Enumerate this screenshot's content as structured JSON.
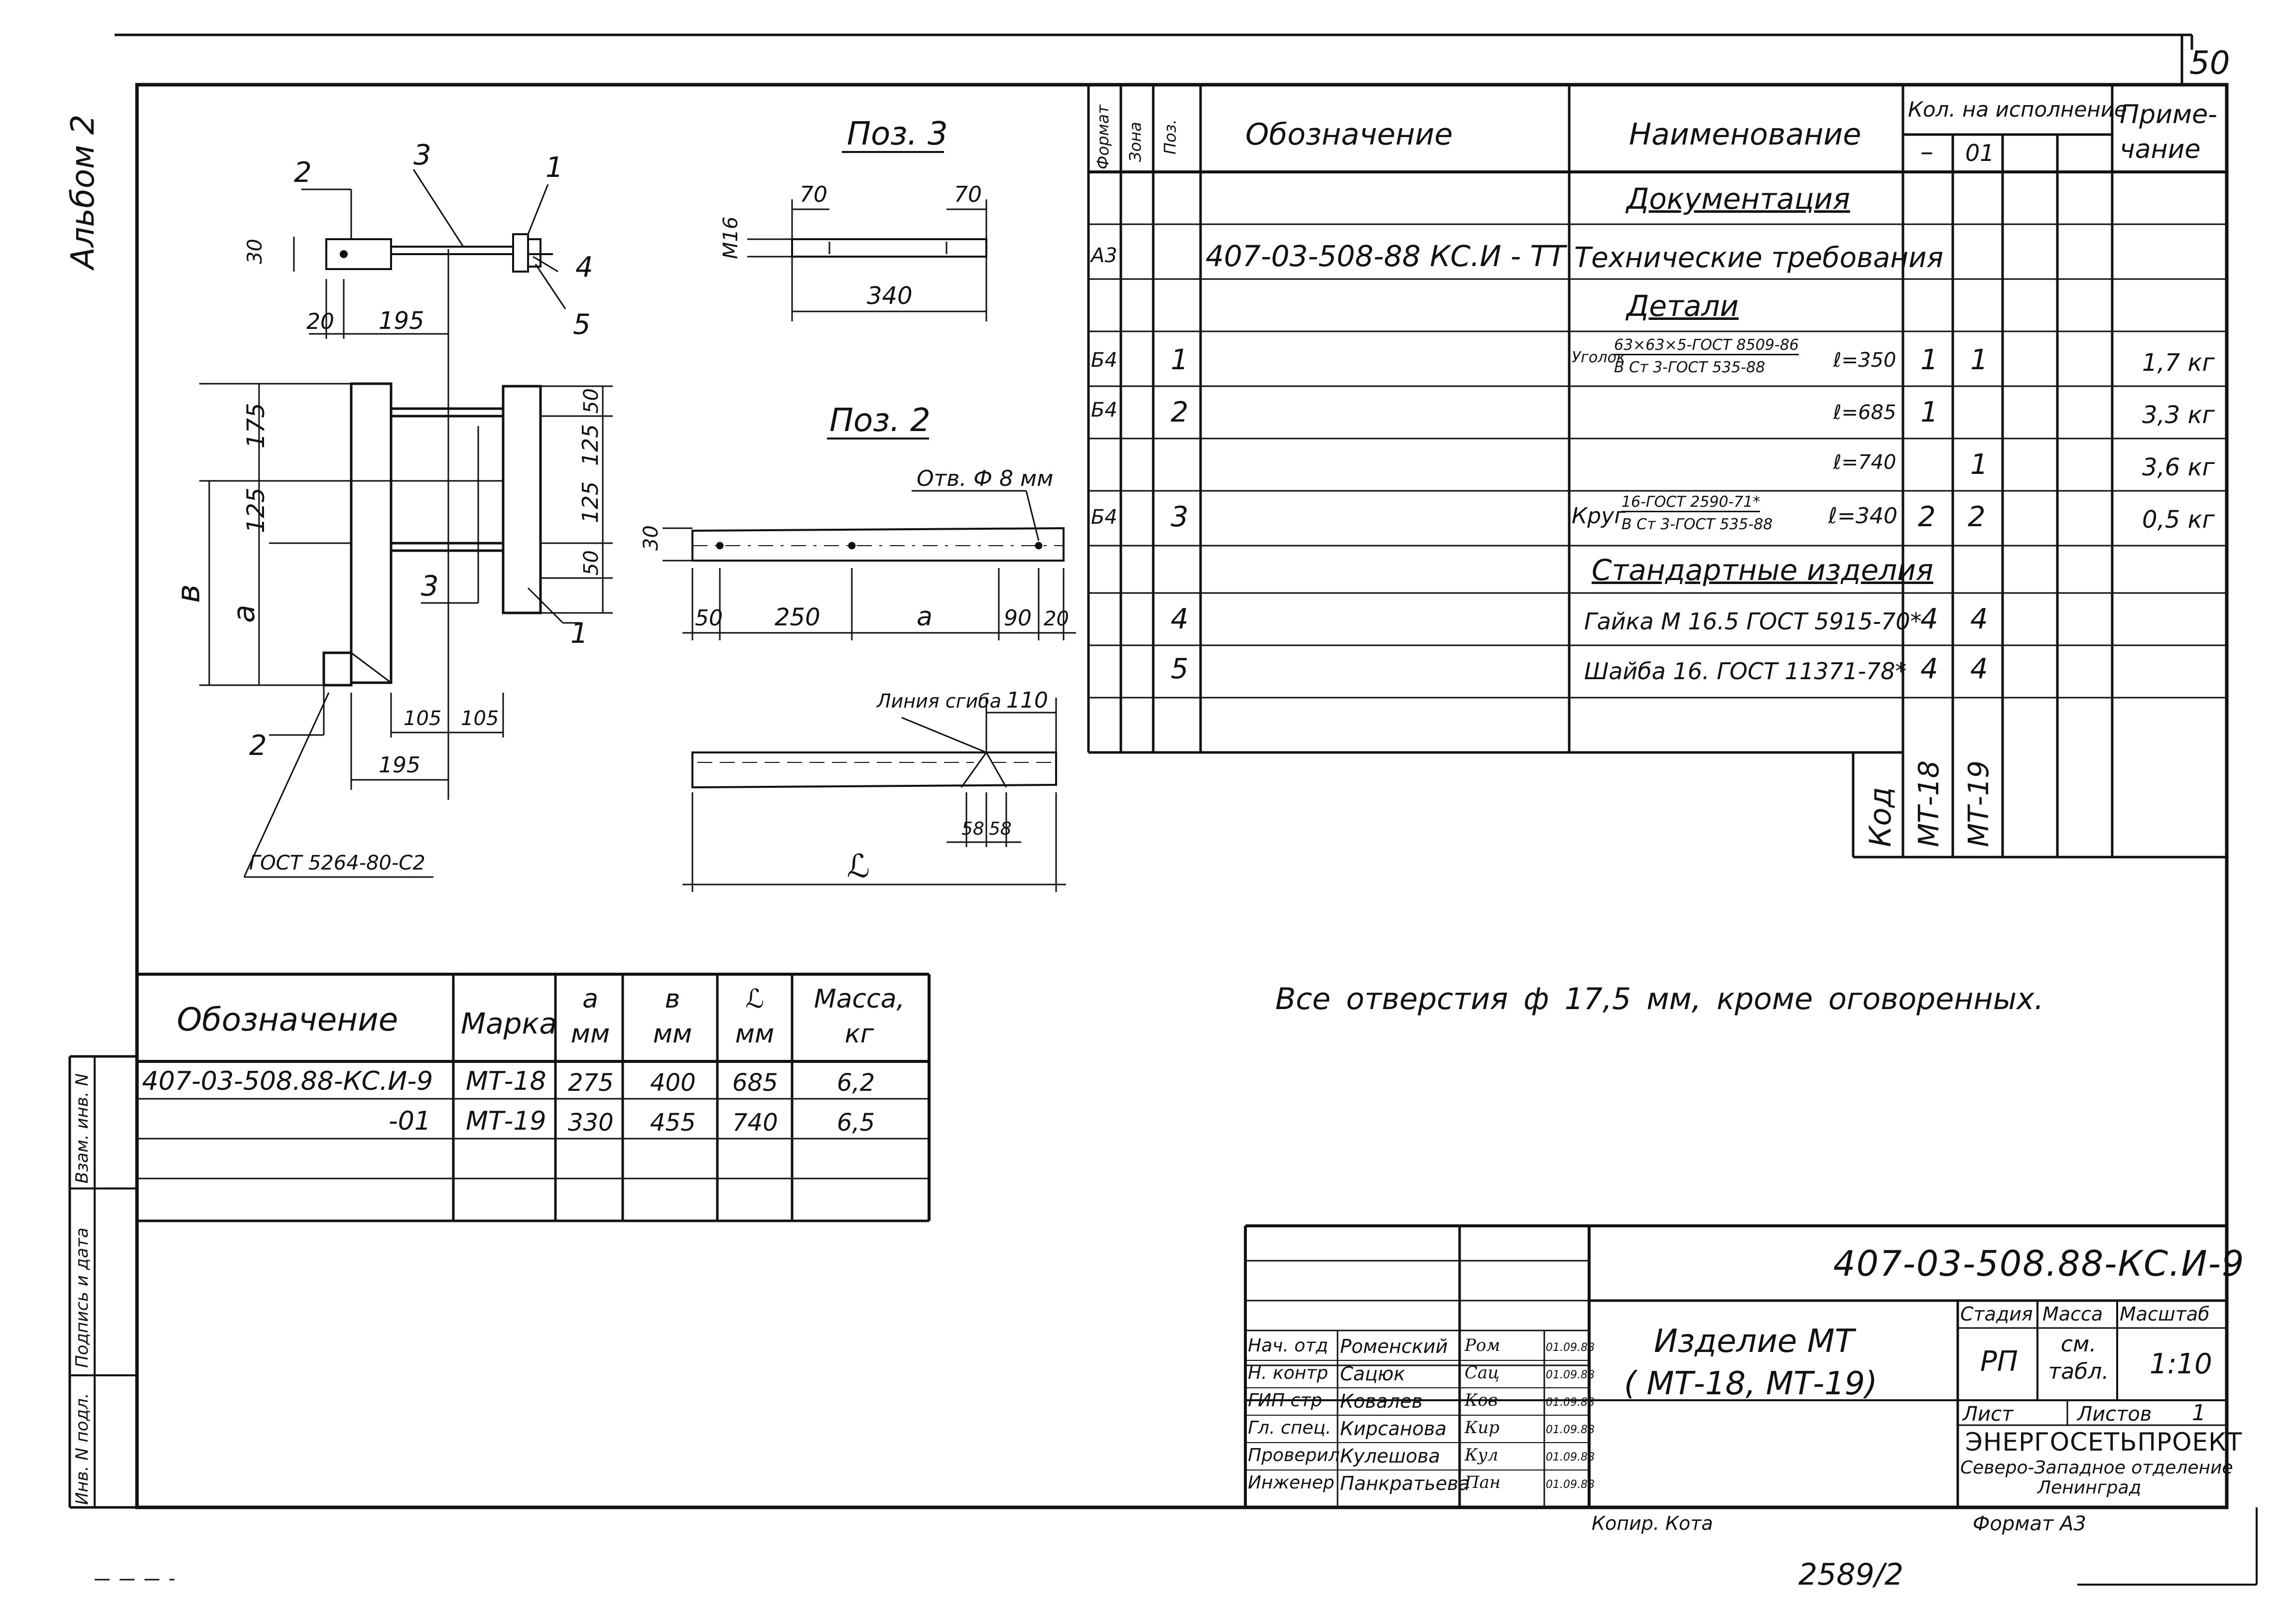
{
  "album": "Альбом 2",
  "sheet_number": "50",
  "note": "Все отверстия ф 17,5 мм, кроме оговоренных.",
  "pos3": {
    "title": "Поз. 3",
    "dim_left": "70",
    "dim_right": "70",
    "dim_total": "340",
    "thread": "М16"
  },
  "pos2": {
    "title": "Поз. 2",
    "hole": "Отв. Ф 8 мм",
    "height": "30",
    "d1": "50",
    "d2": "250",
    "d3": "a",
    "d4": "90",
    "d5": "20",
    "bend_line": "Линия сгиба",
    "bend_dim": "110",
    "b1": "58",
    "b2": "58",
    "total": "ℒ"
  },
  "assembly": {
    "callouts": [
      "1",
      "2",
      "3",
      "4",
      "5"
    ],
    "h30": "30",
    "d20": "20",
    "d195": "195",
    "d175": "175",
    "d125": "125",
    "s50a": "50",
    "s125a": "125",
    "s125b": "125",
    "s50b": "50",
    "b": "в",
    "a": "a",
    "d105a": "105",
    "d105b": "105",
    "d195b": "195",
    "weld": "ГОСТ 5264-80-С2"
  },
  "spec": {
    "headers": {
      "format": "Формат",
      "zone": "Зона",
      "pos": "Поз.",
      "designation": "Обозначение",
      "name": "Наименование",
      "qty": "Кол. на исполнение",
      "qty_dash": "–",
      "qty_01": "01",
      "note": "Приме-чание"
    },
    "sections": {
      "docs": "Документация",
      "parts": "Детали",
      "std": "Стандартные изделия"
    },
    "doc_row": {
      "format": "А3",
      "designation": "407-03-508-88 КС.И - ТТ",
      "name": "Технические требования"
    },
    "rows": [
      {
        "format": "Б4",
        "pos": "1",
        "name_prefix": "Уголок",
        "name_top": "63×63×5-ГОСТ 8509-86",
        "name_bot": "В Ст 3-ГОСТ 535-88",
        "length": "ℓ=350",
        "q1": "1",
        "q2": "1",
        "note": "1,7 кг"
      },
      {
        "format": "Б4",
        "pos": "2",
        "length": "ℓ=685",
        "q1": "1",
        "q2": "",
        "note": "3,3 кг"
      },
      {
        "format": "",
        "pos": "",
        "length": "ℓ=740",
        "q1": "",
        "q2": "1",
        "note": "3,6 кг"
      },
      {
        "format": "Б4",
        "pos": "3",
        "name_prefix": "Круг",
        "name_top": "16-ГОСТ 2590-71*",
        "name_bot": "В Ст 3-ГОСТ 535-88",
        "length": "ℓ=340",
        "q1": "2",
        "q2": "2",
        "note": "0,5 кг"
      },
      {
        "format": "",
        "pos": "4",
        "name": "Гайка М 16.5 ГОСТ 5915-70*",
        "q1": "4",
        "q2": "4",
        "note": ""
      },
      {
        "format": "",
        "pos": "5",
        "name": "Шайба 16. ГОСТ 11371-78*",
        "q1": "4",
        "q2": "4",
        "note": ""
      }
    ],
    "code_label": "Код",
    "code_1": "МТ-18",
    "code_2": "МТ-19"
  },
  "variants": {
    "headers": [
      "Обозначение",
      "Марка",
      "a мм",
      "в мм",
      "ℒ мм",
      "Масса, кг"
    ],
    "rows": [
      [
        "407-03-508.88-КС.И-9",
        "МТ-18",
        "275",
        "400",
        "685",
        "6,2"
      ],
      [
        "-01",
        "МТ-19",
        "330",
        "455",
        "740",
        "6,5"
      ]
    ]
  },
  "side_stamp": [
    "Инв. N подл.",
    "Подпись и дата",
    "Взам. инв. N"
  ],
  "title_block": {
    "doc_number": "407-03-508.88-КС.И-9",
    "title": "Изделие МТ",
    "subtitle": "( МТ-18, МТ-19)",
    "stage_label": "Стадия",
    "stage": "РП",
    "mass_label": "Масса",
    "mass": "см. табл.",
    "scale_label": "Масштаб",
    "scale": "1:10",
    "sheet_label": "Лист",
    "sheets_label": "Листов",
    "sheets": "1",
    "org": "ЭНЕРГОСЕТЬПРОЕКТ",
    "org_sub": "Северо-Западное отделение",
    "org_city": "Ленинград",
    "signers": [
      {
        "role": "Нач. отд",
        "name": "Роменский",
        "sign": "Pом",
        "date": "01.09.88"
      },
      {
        "role": "Н. контр",
        "name": "Сацюк",
        "sign": "Сац",
        "date": "01.09.88"
      },
      {
        "role": "ГИП стр",
        "name": "Ковалев",
        "sign": "Ков",
        "date": "01.09.88"
      },
      {
        "role": "Гл. спец.",
        "name": "Кирсанова",
        "sign": "Кир",
        "date": "01.09.88"
      },
      {
        "role": "Проверил",
        "name": "Кулешова",
        "sign": "Кул",
        "date": "01.09.88"
      },
      {
        "role": "Инженер",
        "name": "Панкратьева",
        "sign": "Пан",
        "date": "01.09.88"
      }
    ]
  },
  "copied": "Копир. Кота",
  "format": "Формат А3",
  "bottom_number": "2589/2"
}
